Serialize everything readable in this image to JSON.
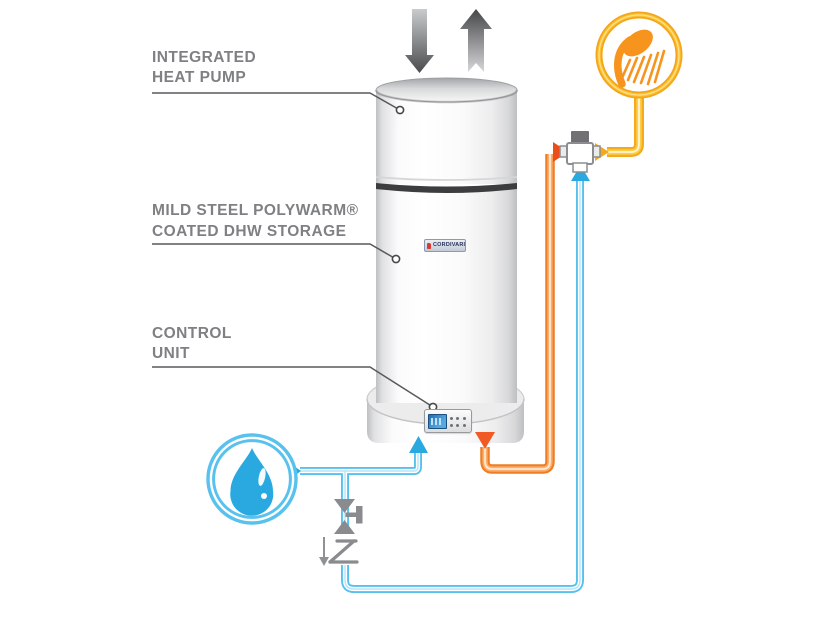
{
  "diagram": {
    "labels": {
      "heat_pump": {
        "line1": "INTEGRATED",
        "line2": "HEAT PUMP"
      },
      "storage": {
        "line1": "MILD STEEL POLYWARM®",
        "line2": "COATED DHW STORAGE"
      },
      "control_unit": {
        "line1": "CONTROL",
        "line2": "UNIT"
      }
    },
    "tank": {
      "brand_logo_text": "CORDIVARI"
    },
    "colors": {
      "cold_water_pipe": "#57c1ee",
      "cold_water_accent": "#2aa9e1",
      "hot_water_pipe": "#f07d24",
      "hot_water_accent": "#f15a24",
      "mixed_water_pipe": "#f5a91c",
      "shower_ring": "#f3a51b",
      "shower_head": "#f7941e",
      "label_text": "#7e8083",
      "leader_line": "#58595b",
      "hardware_gray": "#898b8e",
      "tank_band": "#3c3d3f"
    },
    "icons": {
      "air_flow": [
        "air-in-arrow-icon",
        "air-out-arrow-icon"
      ],
      "water_use": "shower-icon",
      "water_supply": "water-drop-icon",
      "fittings": [
        "mixing-valve-icon",
        "shutoff-valve-icon",
        "check-valve-icon",
        "flow-direction-arrow-icon"
      ]
    }
  }
}
